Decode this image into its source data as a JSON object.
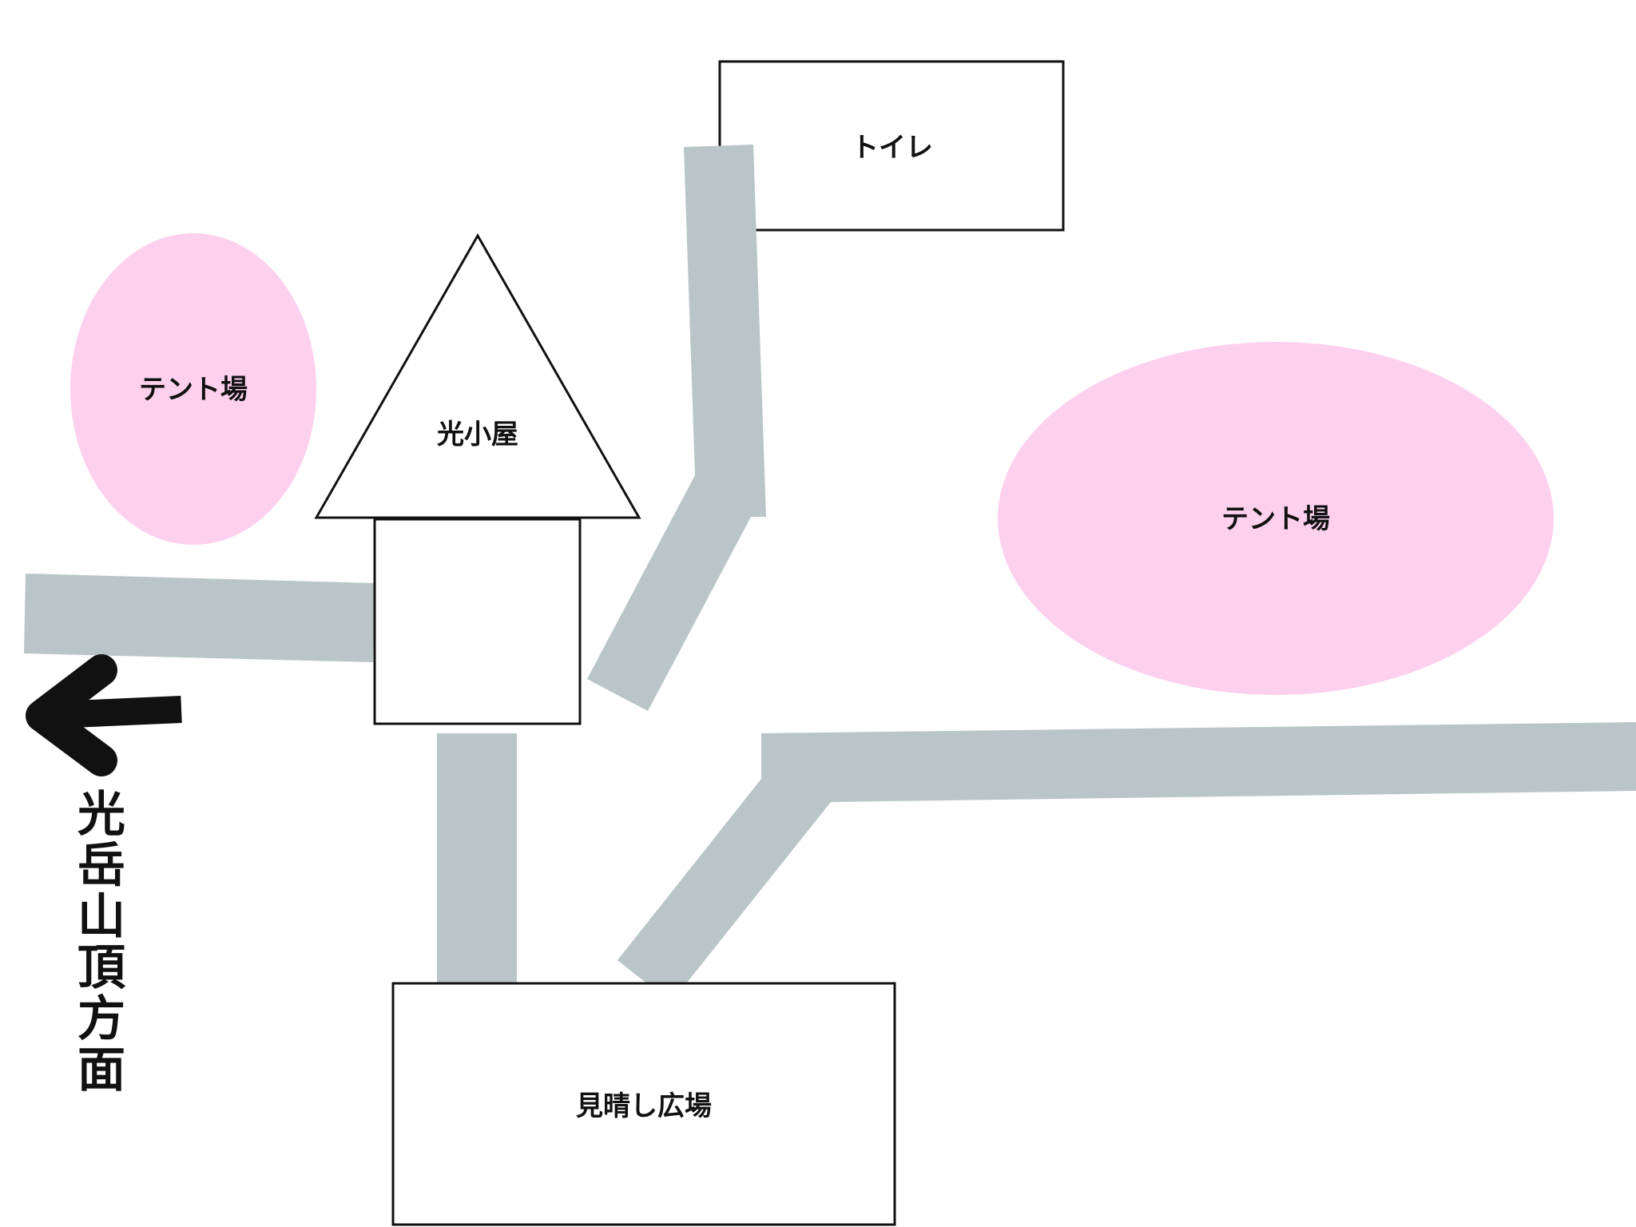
{
  "colors": {
    "background": "#ffffff",
    "path": "#b9c5c6",
    "tent_area": "#fdd0ee",
    "outline": "#111111",
    "text": "#111111"
  },
  "places": {
    "toilet": "トイレ",
    "tent_site_left": "テント場",
    "tent_site_right": "テント場",
    "hut": "光小屋",
    "viewpoint_plaza": "見晴し広場"
  },
  "direction": {
    "label": "光岳山頂方面",
    "arrow_icon": "arrow-left-icon"
  }
}
